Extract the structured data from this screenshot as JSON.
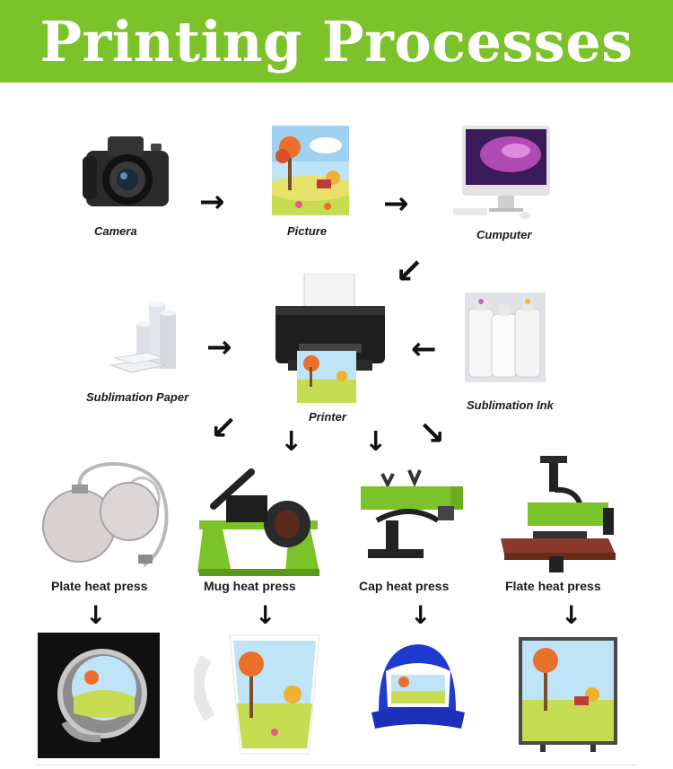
{
  "title": "Printing Processes",
  "colors": {
    "banner": "#7cc22a",
    "press_green": "#7cc22a",
    "text": "#1a1a1a"
  },
  "row1": {
    "camera": "Camera",
    "picture": "Picture",
    "computer": "Cumputer"
  },
  "row2": {
    "paper": "Sublimation Paper",
    "printer": "Printer",
    "ink": "Sublimation Ink"
  },
  "presses": {
    "plate": "Plate heat press",
    "mug": "Mug heat press",
    "cap": "Cap heat press",
    "flat": "Flate heat press"
  },
  "arrows": {
    "right": "→",
    "left": "←",
    "down": "↓",
    "down_left": "↙",
    "down_right": "↘"
  },
  "icons": [
    "camera-icon",
    "picture-icon",
    "computer-icon",
    "paper-roll-icon",
    "printer-icon",
    "ink-bottles-icon",
    "plate-press-icon",
    "mug-press-icon",
    "cap-press-icon",
    "flat-press-icon",
    "keychain-product",
    "mug-product",
    "cap-product",
    "photo-slate-product"
  ]
}
